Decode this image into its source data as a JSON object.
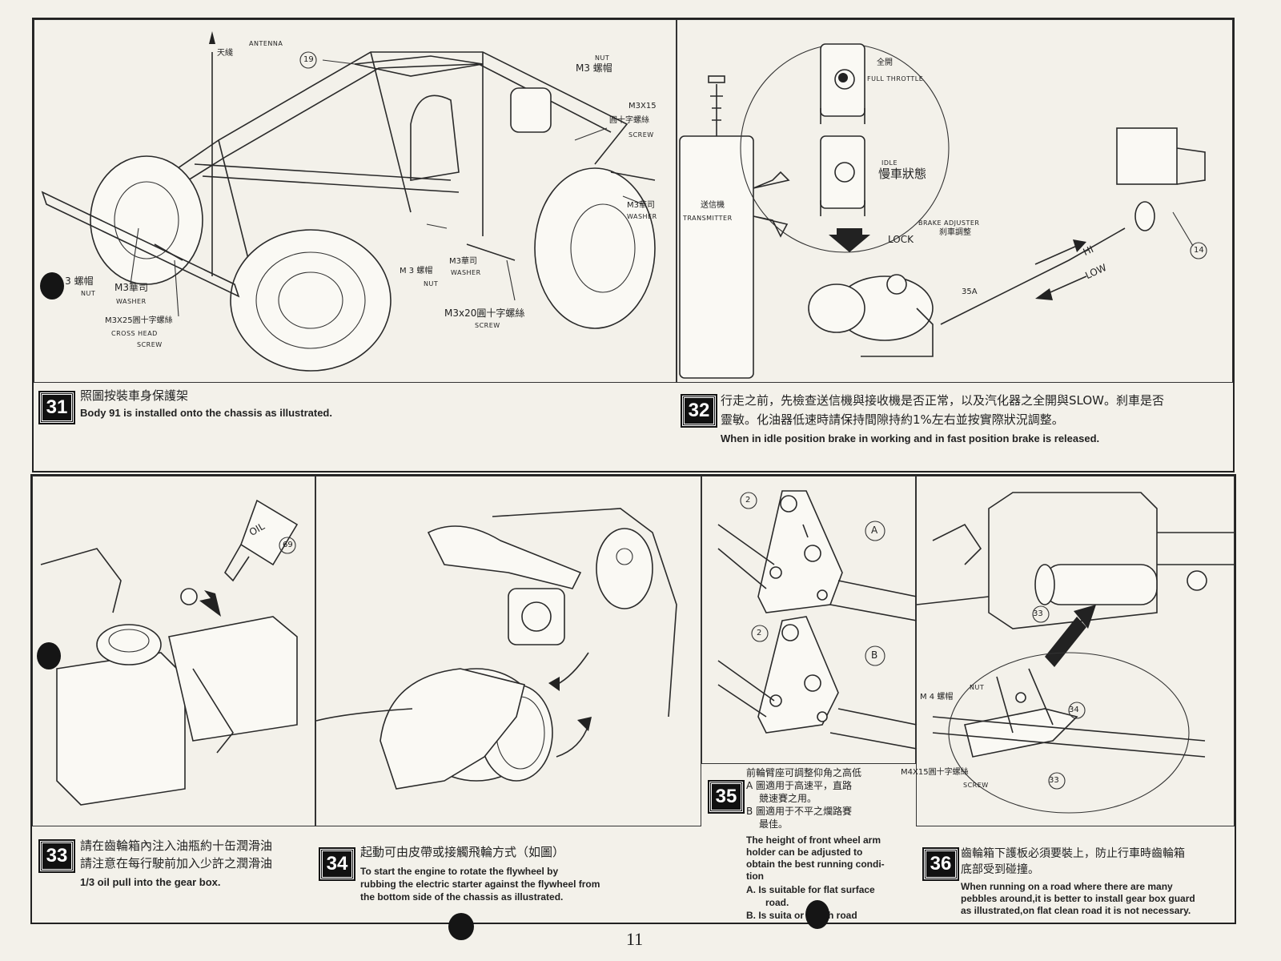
{
  "step31": {
    "number": "31",
    "zh": "照圖按裝車身保護架",
    "en": "Body 91 is installed onto the chassis as illustrated.",
    "labels": {
      "antenna_zh": "天綫",
      "antenna_en": "ANTENNA",
      "part19": "19",
      "nut_top_en": "NUT",
      "nut_top_zh": "M3 螺帽",
      "screw_m3x15": "M3X15",
      "screw_m3x15_zh": "圓十字螺絲",
      "screw_en": "SCREW",
      "washer_right_zh": "M3華司",
      "washer_right_en": "WASHER",
      "nut_mid_zh": "M 3 螺帽",
      "nut_mid_en": "NUT",
      "washer_mid_zh": "M3華司",
      "washer_mid_en": "WASHER",
      "screw_m3x20_zh": "M3x20圓十字螺絲",
      "screw_m3x20_en": "SCREW",
      "nut_left_zh": "M 3 螺帽",
      "nut_left_en": "NUT",
      "washer_left_zh": "M3華司",
      "washer_left_en": "WASHER",
      "screw_m3x25_zh": "M3X25圓十字螺絲",
      "screw_m3x25_en1": "CROSS HEAD",
      "screw_m3x25_en2": "SCREW"
    }
  },
  "step32": {
    "number": "32",
    "zh1": "行走之前，先檢查送信機與接收機是否正常，以及汽化器之全開與SLOW。刹車是否",
    "zh2": "靈敏。化油器低速時請保持間隙持約1%左右並按實際狀況調整。",
    "en": "When in idle position brake in working and in fast position brake is released.",
    "labels": {
      "full_zh": "全開",
      "full_en": "FULL THROTTLE",
      "idle_en": "IDLE",
      "idle_zh": "慢車狀態",
      "tx_zh": "送信機",
      "tx_en": "TRANSMITTER",
      "brake_en": "BRAKE ADJUSTER",
      "brake_zh": "刹車調整",
      "lock": "LOCK",
      "val35a": "35A",
      "hi": "HI",
      "low": "LOW",
      "part14": "14"
    }
  },
  "step33": {
    "number": "33",
    "zh1": "請在齒輪箱內注入油瓶約十缶潤滑油",
    "zh2": "請注意在每行駛前加入少許之潤滑油",
    "en": "1/3 oil pull into the gear box.",
    "labels": {
      "oil": "OIL",
      "part69": "69"
    }
  },
  "step34": {
    "number": "34",
    "zh": "起動可由皮帶或接觸飛輪方式（如圖）",
    "en1": "To start the engine  to rotate the flywheel by",
    "en2": "rubbing the electric starter against the flywheel from",
    "en3": "the bottom side of the chassis as illustrated."
  },
  "step35": {
    "number": "35",
    "zh1": "前輪臂座可調整仰角之高低",
    "zh2": "A 圖適用于高速平，直路",
    "zh3": "競速賽之用。",
    "zh4": "B 圖適用于不平之爛路賽",
    "zh5": "最佳。",
    "en1": "The height of front wheel arm",
    "en2": "holder  can  be  adjusted  to",
    "en3": "obtain the best running condi-",
    "en4": "tion",
    "en5": "A.  Is suitable for flat surface",
    "en6": "road.",
    "en7": "B.  Is suita    or rough road",
    "labels": {
      "part2a": "2",
      "part2b": "2",
      "A": "A",
      "B": "B"
    }
  },
  "step36": {
    "number": "36",
    "zh1": "齒輪箱下護板必須要裝上，防止行車時齒輪箱",
    "zh2": "底部受到碰撞。",
    "en1": "When running on a road where there are many",
    "en2": "pebbles around,it is better to install gear box guard",
    "en3": "as illustrated,on flat clean road it is not necessary.",
    "labels": {
      "part33a": "33",
      "part33b": "33",
      "part34": "34",
      "nut_en": "NUT",
      "nut_zh": "M 4 螺帽",
      "screw_zh": "M4X15圓十字螺絲",
      "screw_en": "SCREW"
    }
  },
  "page_number": "11"
}
